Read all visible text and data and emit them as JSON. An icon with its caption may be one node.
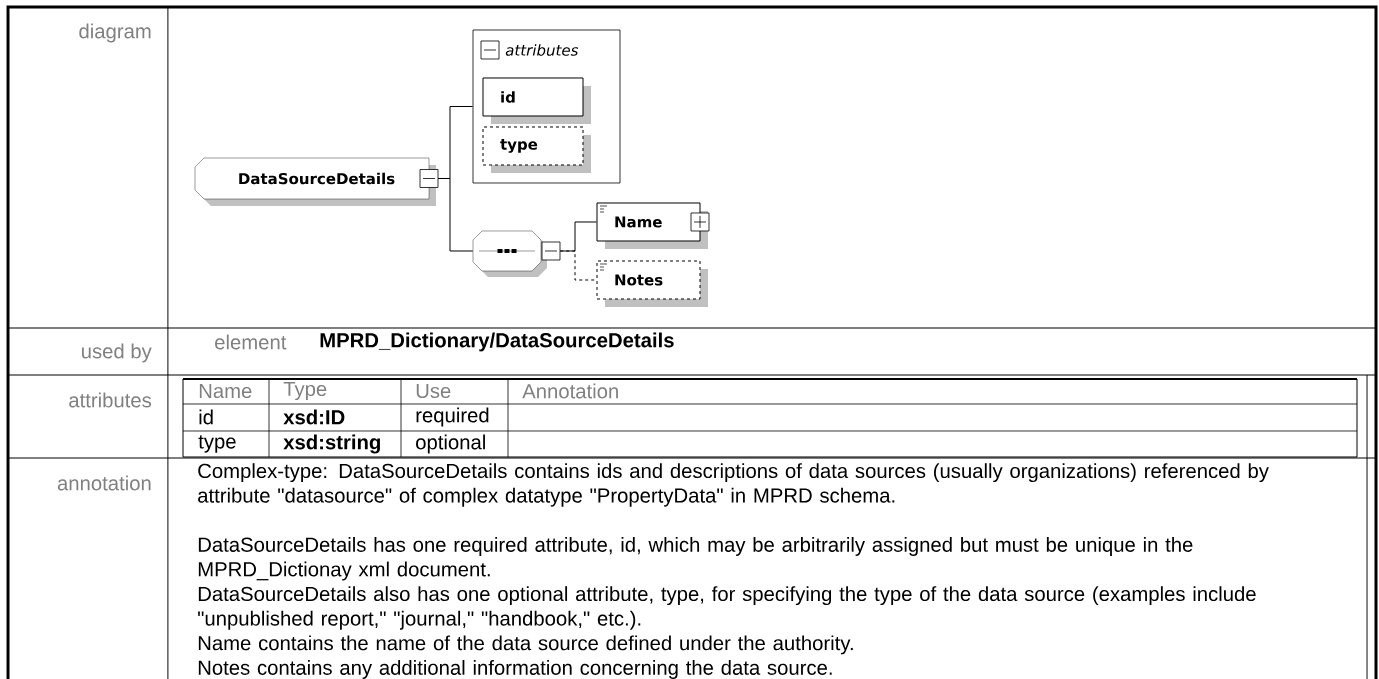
{
  "diagram": {
    "nodes": [
      {
        "text": [
          "DataSourceDetails"
        ]
      },
      {
        "text": [
          "attributes"
        ]
      },
      {
        "text": [
          "id"
        ],
        "in": 1
      },
      {
        "text": [
          "type"
        ],
        "in": 1
      },
      {
        "text": [],
        "shape": "octagon"
      },
      {
        "text": [
          "Name"
        ]
      },
      {
        "text": [
          "Notes"
        ]
      }
    ],
    "edges": [
      {
        "from": 0,
        "to": 1,
        "arrow": "none"
      },
      {
        "from": 0,
        "to": 4,
        "arrow": "none"
      },
      {
        "from": 4,
        "to": 5,
        "arrow": "none"
      },
      {
        "from": 4,
        "to": 6,
        "arrow": "none",
        "style": "dashed"
      }
    ],
    "labels": [
      "diagram",
      "used by",
      "element",
      "MPRD_Dictionary/DataSourceDetails",
      "attributes",
      "Name",
      "Type",
      "Use",
      "Annotation",
      "id",
      "xsd:ID",
      "required",
      "type",
      "xsd:string",
      "optional",
      "annotation",
      "Complex-type: DataSourceDetails contains ids and descriptions of data sources (usually organizations) referenced by attribute \"datasource\" of complex datatype \"PropertyData\" in MPRD schema.",
      "DataSourceDetails has one required attribute, id, which may be arbitrarily assigned but must be unique in the MPRD_Dictionay xml document.",
      "DataSourceDetails also has one optional attribute, type, for specifying the type of the data source (examples include \"unpublished report,\" \"journal,\" \"handbook,\" etc.).",
      "Name contains the name of the data source defined under the authority.",
      "Notes contains any additional information concerning the data source."
    ]
  }
}
